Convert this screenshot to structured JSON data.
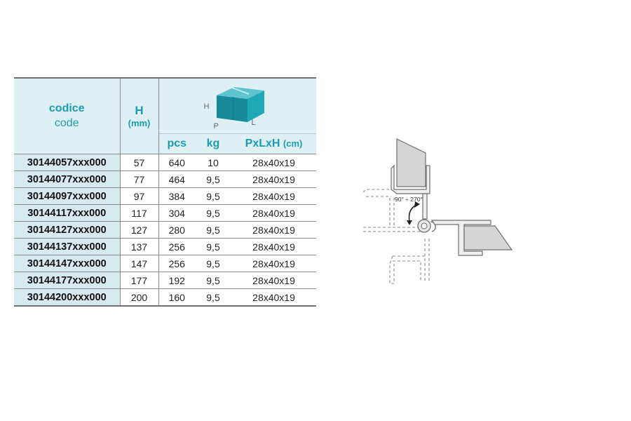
{
  "table": {
    "header": {
      "code_label_it": "codice",
      "code_label_en": "code",
      "height_label": "H",
      "height_unit": "(mm)",
      "box_dim_labels": {
        "h": "H",
        "p": "P",
        "l": "L"
      },
      "pcs_label": "pcs",
      "kg_label": "kg",
      "dims_label": "PxLxH",
      "dims_unit": "(cm)"
    },
    "rows": [
      {
        "code": "30144057xxx000",
        "h": "57",
        "pcs": "640",
        "kg": "10",
        "dims": "28x40x19"
      },
      {
        "code": "30144077xxx000",
        "h": "77",
        "pcs": "464",
        "kg": "9,5",
        "dims": "28x40x19"
      },
      {
        "code": "30144097xxx000",
        "h": "97",
        "pcs": "384",
        "kg": "9,5",
        "dims": "28x40x19"
      },
      {
        "code": "30144117xxx000",
        "h": "117",
        "pcs": "304",
        "kg": "9,5",
        "dims": "28x40x19"
      },
      {
        "code": "30144127xxx000",
        "h": "127",
        "pcs": "280",
        "kg": "9,5",
        "dims": "28x40x19"
      },
      {
        "code": "30144137xxx000",
        "h": "137",
        "pcs": "256",
        "kg": "9,5",
        "dims": "28x40x19"
      },
      {
        "code": "30144147xxx000",
        "h": "147",
        "pcs": "256",
        "kg": "9,5",
        "dims": "28x40x19"
      },
      {
        "code": "30144177xxx000",
        "h": "177",
        "pcs": "192",
        "kg": "9,5",
        "dims": "28x40x19"
      },
      {
        "code": "30144200xxx000",
        "h": "200",
        "pcs": "160",
        "kg": "9,5",
        "dims": "28x40x19"
      }
    ]
  },
  "diagram": {
    "angle_label": "90° ÷ 270°"
  },
  "colors": {
    "accent": "#1a9cb0",
    "header_bg": "#dff0f5",
    "code_bg": "#d6eaf0",
    "box": "#1b9aab"
  }
}
